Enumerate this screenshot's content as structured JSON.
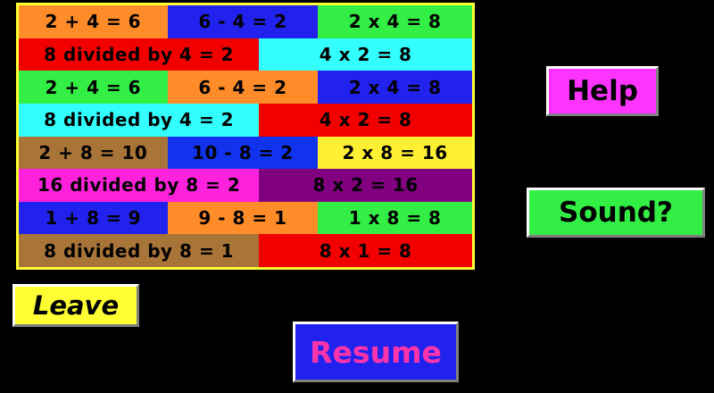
{
  "screen": {
    "background": "#000000"
  },
  "fact_table": {
    "frame_color": "#FFFF33",
    "rows": [
      {
        "cells": [
          {
            "text": "2 + 4 = 6",
            "bg": "#FF8C28",
            "width_pct": 32.8
          },
          {
            "text": "6 - 4 = 2",
            "bg": "#2222EE",
            "width_pct": 33.2
          },
          {
            "text": "2 x 4 = 8",
            "bg": "#33EE44",
            "width_pct": 34.0
          }
        ]
      },
      {
        "cells": [
          {
            "text": "8 divided by 4 = 2",
            "bg": "#F20000",
            "width_pct": 53.0
          },
          {
            "text": "4 x 2 = 8",
            "bg": "#33FFFF",
            "width_pct": 47.0
          }
        ]
      },
      {
        "cells": [
          {
            "text": "2 + 4 = 6",
            "bg": "#33EE44",
            "width_pct": 32.8
          },
          {
            "text": "6 - 4 = 2",
            "bg": "#FF8C28",
            "width_pct": 33.2
          },
          {
            "text": "2 x 4 = 8",
            "bg": "#2222EE",
            "width_pct": 34.0
          }
        ]
      },
      {
        "cells": [
          {
            "text": "8 divided by 4 = 2",
            "bg": "#33FFFF",
            "width_pct": 53.0
          },
          {
            "text": "4 x 2 = 8",
            "bg": "#F20000",
            "width_pct": 47.0
          }
        ]
      },
      {
        "cells": [
          {
            "text": "2 + 8 = 10",
            "bg": "#A97438",
            "width_pct": 32.8
          },
          {
            "text": "10 - 8 = 2",
            "bg": "#1133EE",
            "width_pct": 33.2
          },
          {
            "text": "2 x 8 = 16",
            "bg": "#FFF033",
            "width_pct": 34.0
          }
        ]
      },
      {
        "cells": [
          {
            "text": "16 divided by 8 = 2",
            "bg": "#FF22DD",
            "width_pct": 53.0
          },
          {
            "text": "8 x 2 = 16",
            "bg": "#800080",
            "width_pct": 47.0
          }
        ]
      },
      {
        "cells": [
          {
            "text": "1 + 8 = 9",
            "bg": "#2222EE",
            "width_pct": 32.8
          },
          {
            "text": "9 - 8 = 1",
            "bg": "#FF8C28",
            "width_pct": 33.2
          },
          {
            "text": "1 x 8 = 8",
            "bg": "#33EE44",
            "width_pct": 34.0
          }
        ]
      },
      {
        "cells": [
          {
            "text": "8 divided by 8 = 1",
            "bg": "#A97438",
            "width_pct": 53.0
          },
          {
            "text": "8 x 1 = 8",
            "bg": "#F20000",
            "width_pct": 47.0
          }
        ]
      }
    ]
  },
  "buttons": {
    "help": {
      "label": "Help",
      "bg": "#FF33FF",
      "text_color": "#000000"
    },
    "sound": {
      "label": "Sound?",
      "bg": "#33EE44",
      "text_color": "#000000"
    },
    "leave": {
      "label": "Leave",
      "bg": "#FFFF33",
      "text_color": "#000000"
    },
    "resume": {
      "label": "Resume",
      "bg": "#2222EE",
      "text_color": "#FF33AA"
    }
  }
}
